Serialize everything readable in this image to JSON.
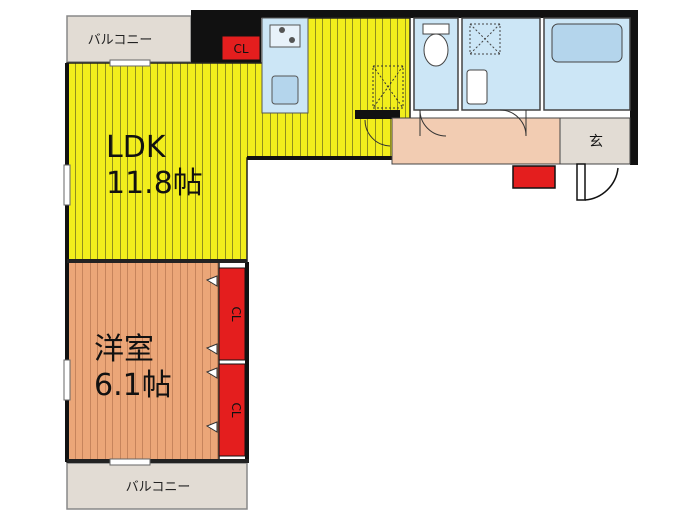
{
  "rooms": {
    "ldk": {
      "name": "LDK",
      "size": "11.8帖"
    },
    "western": {
      "name": "洋室",
      "size": "6.1帖"
    }
  },
  "balcony_top": "バルコニー",
  "balcony_bottom": "バルコニー",
  "closets": {
    "kitchen": "CL",
    "upper": "CL",
    "lower": "CL"
  },
  "entrance": "玄",
  "colors": {
    "ldk_floor": "#f2ee1c",
    "western_floor": "#eba678",
    "closet": "#e41e1e",
    "wet_area": "#cce6f6",
    "hall": "#f2ccb2",
    "balcony": "#e2dcd4",
    "wall": "#111111"
  }
}
